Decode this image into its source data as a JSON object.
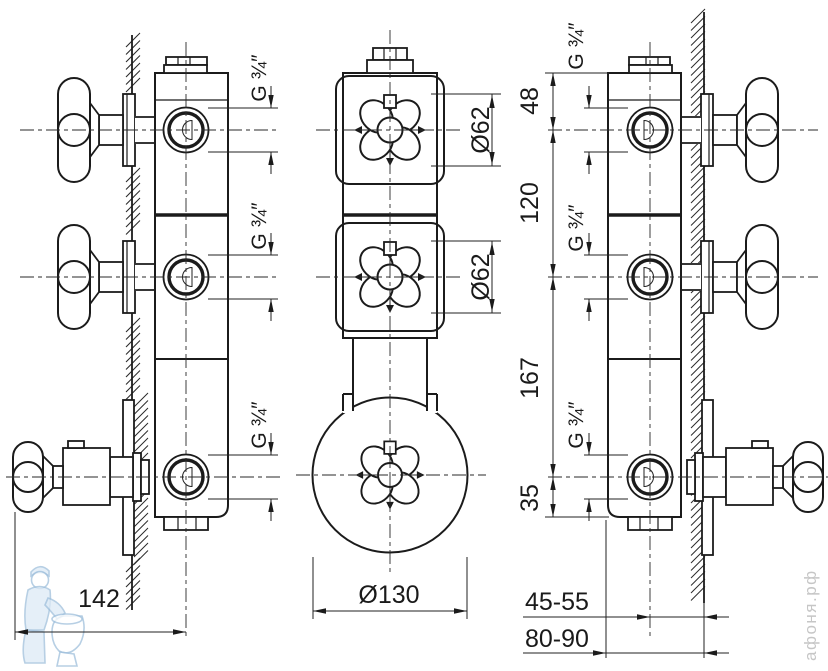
{
  "labels": {
    "g34": "G ¾″"
  },
  "dims": {
    "d48": "48",
    "d120": "120",
    "d167": "167",
    "d35": "35",
    "d142": "142",
    "d62": "Ø62",
    "d130": "Ø130",
    "d45_55": "45-55",
    "d80_90": "80-90"
  },
  "watermark": {
    "site": "афоня.рф"
  },
  "colors": {
    "line": "#1b1b1b",
    "watermark_blue": "#a9c8e2",
    "watermark_gray": "#c6c6c6",
    "background": "#ffffff"
  }
}
